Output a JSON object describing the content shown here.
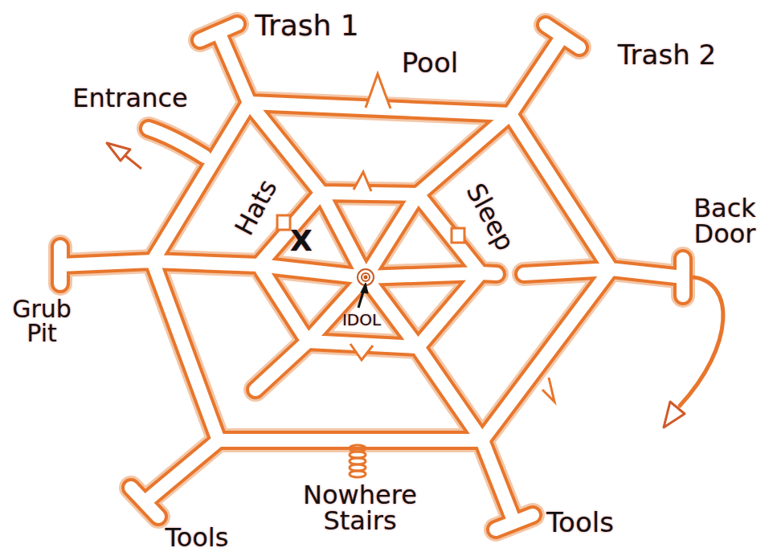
{
  "diagram": {
    "labels": [
      "Trash 1",
      "Pool",
      "Trash 2",
      "Entrance",
      "Hats",
      "Sleep",
      "Back Door",
      "X",
      "Grub Pit",
      "IDOL",
      "Tools",
      "Nowhere Stairs",
      "Tools"
    ]
  }
}
